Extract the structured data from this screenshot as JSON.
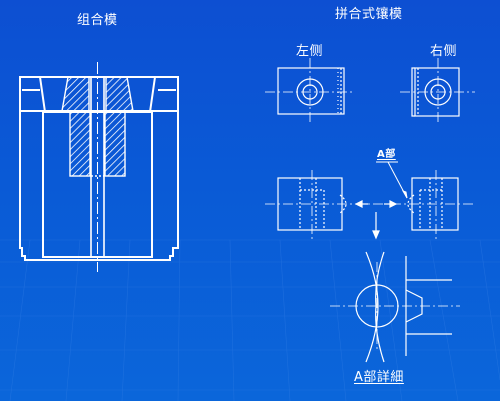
{
  "labels": {
    "assembly_die": "组合模",
    "split_insert": "拼合式镶模",
    "left_side": "左侧",
    "right_side": "右侧",
    "part_a": "A部",
    "part_a_detail": "A部詳細"
  },
  "colors": {
    "background": "#0a56d0",
    "line": "#ffffff"
  }
}
